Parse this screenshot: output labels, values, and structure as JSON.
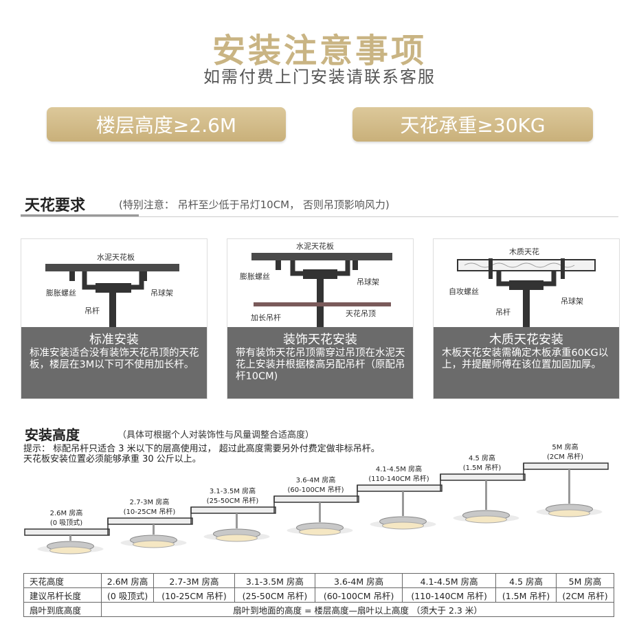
{
  "header": {
    "title": "安装注意事项",
    "subtitle": "如需付费上门安装请联系客服"
  },
  "pills": [
    "楼层高度≥2.6M",
    "天花承重≥30KG"
  ],
  "ceiling": {
    "heading": "天花要求",
    "note": "(特别注意：  吊杆至少低于吊灯10CM，   否则吊顶影响风力)",
    "cards": [
      {
        "title": "标准安装",
        "desc": "标准安装适合没有装饰天花吊顶的天花板，楼层在3M以下可不使用加长杆。",
        "labels": {
          "top": "水泥天花板",
          "left": "膨胀螺丝",
          "right": "吊球架",
          "bottom": "吊杆"
        }
      },
      {
        "title": "装饰天花安装",
        "desc": "带有装饰天花吊顶需穿过吊顶在水泥天花上安装并根据楼高另配吊杆（原配吊杆10CM)",
        "labels": {
          "top": "水泥天花板",
          "left": "膨胀螺丝",
          "right": "吊球架",
          "bottom": "加长吊杆",
          "extra": "天花吊顶"
        }
      },
      {
        "title": "木质天花安装",
        "desc": "木板天花安装需确定木板承重60KG以上，并提醒师傅在该位置加固加厚。",
        "labels": {
          "top": "木质天花",
          "left": "自攻螺丝",
          "right": "吊球架",
          "bottom": "吊杆"
        }
      }
    ]
  },
  "install": {
    "heading": "安装高度",
    "note": "（具体可根据个人对装饰性与风量调整合适高度）",
    "tip1": "提示：  标配吊杆只适合 3 米以下的层高使用过，   超过此高度需要另外付费定做非标吊杆。",
    "tip2": "天花板安装位置必须能够承重 30 公斤以上。",
    "steps": [
      {
        "h": "2.6M 房高",
        "r": "(0 吸顶式)"
      },
      {
        "h": "2.7-3M 房高",
        "r": "(10-25CM 吊杆)"
      },
      {
        "h": "3.1-3.5M 房高",
        "r": "(25-50CM 吊杆)"
      },
      {
        "h": "3.6-4M 房高",
        "r": "(60-100CM 吊杆)"
      },
      {
        "h": "4.1-4.5M 房高",
        "r": "(110-140CM 吊杆)"
      },
      {
        "h": "4.5 房高",
        "r": "(1.5M 吊杆)"
      },
      {
        "h": "5M 房高",
        "r": "(2CM 吊杆)"
      }
    ]
  },
  "table": {
    "row1_head": "天花高度",
    "row1": [
      "2.6M 房高",
      "2.7-3M 房高",
      "3.1-3.5M 房高",
      "3.6-4M 房高",
      "4.1-4.5M 房高",
      "4.5 房高",
      "5M 房高"
    ],
    "row2_head": "建议吊杆长度",
    "row2": [
      "(0 吸顶式)",
      "(10-25CM 吊杆)",
      "(25-50CM 吊杆)",
      "(60-100CM 吊杆)",
      "(110-140CM 吊杆)",
      "(1.5M 吊杆)",
      "(2CM 吊杆)"
    ],
    "row3_head": "扇叶到底高度",
    "row3": "扇叶到地面的高度 = 楼层高度—扇叶以上高度    （须大于 2.3 米）"
  },
  "colors": {
    "gold": "#c9b483",
    "gray": "#6b6b6b"
  }
}
